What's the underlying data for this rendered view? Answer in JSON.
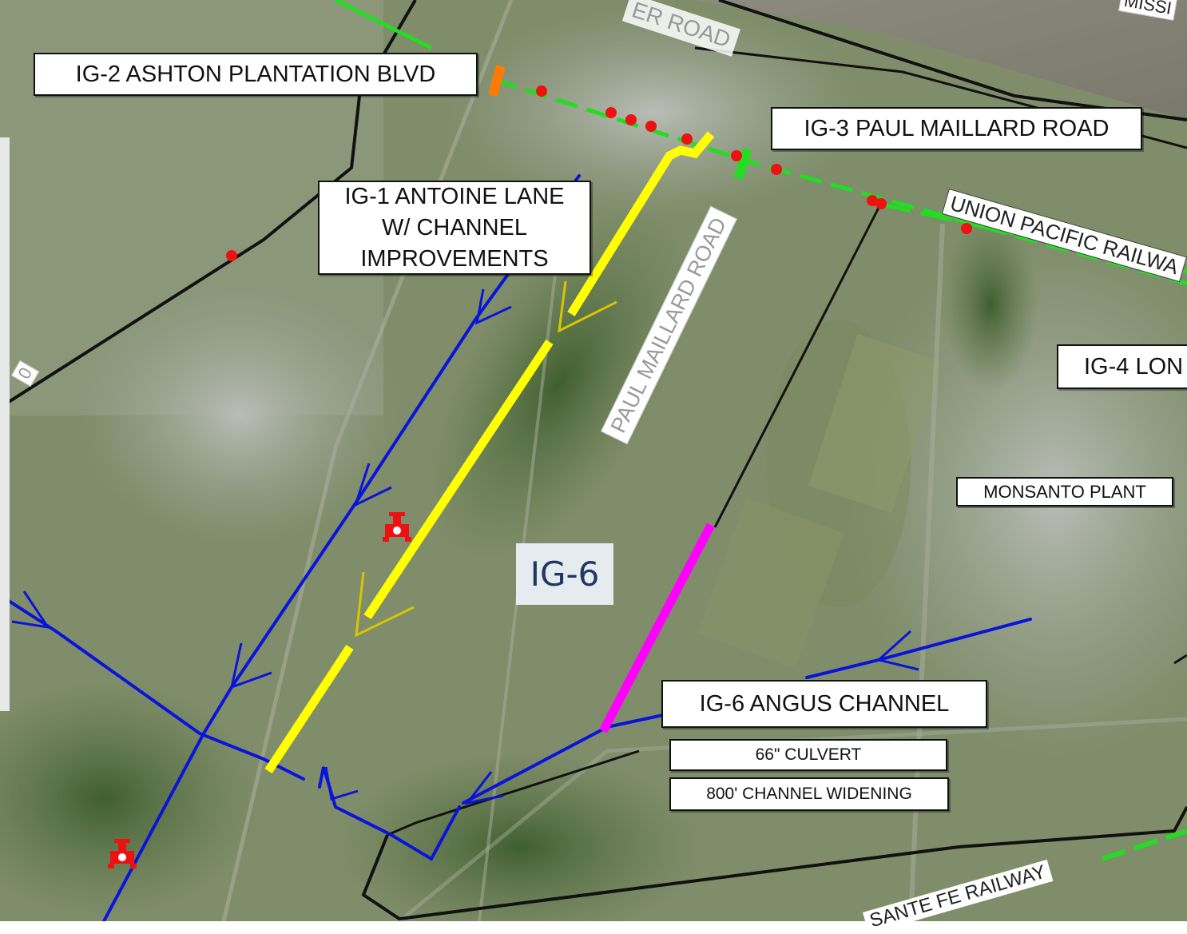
{
  "labels": {
    "ig2": "IG-2 ASHTON PLANTATION BLVD",
    "ig3": "IG-3 PAUL MAILLARD ROAD",
    "ig1_line1": "IG-1 ANTOINE LANE",
    "ig1_line2": "W/ CHANNEL",
    "ig1_line3": "IMPROVEMENTS",
    "ig4": "IG-4 LON",
    "monsanto": "MONSANTO PLANT",
    "ig6_title": "IG-6 ANGUS CHANNEL",
    "ig6_culvert": "66\" CULVERT",
    "ig6_widening": "800' CHANNEL WIDENING",
    "ig6_box": "IG-6"
  },
  "roads": {
    "river_road": "ER ROAD",
    "paul_maillard": "PAUL MAILLARD ROAD",
    "left_edge": "0",
    "top_right": "MISSI"
  },
  "railways": {
    "union_pacific": "UNION PACIFIC RAILWA",
    "santa_fe": "SANTE FE RAILWAY"
  },
  "icons": {
    "pump": "pump-station-icon",
    "arrow": "flow-arrow-icon"
  },
  "colors": {
    "yellow": "#ffff00",
    "magenta": "#ff00ff",
    "blue": "#0a14d8",
    "green": "#22dd22",
    "red": "#ee1111",
    "orange": "#ff7a00",
    "boundary": "#111111"
  }
}
